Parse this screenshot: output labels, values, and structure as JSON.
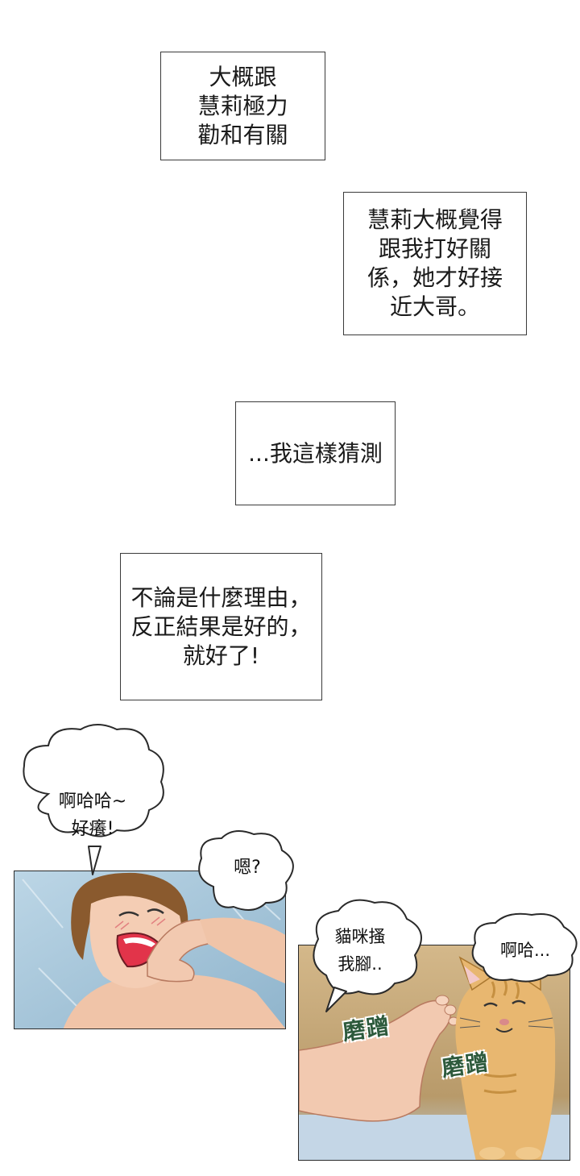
{
  "captions": [
    {
      "lines": "大概跟\n慧莉極力\n勸和有關"
    },
    {
      "lines": "慧莉大概覺得\n跟我打好關\n係，她才好接\n近大哥。"
    },
    {
      "lines": "...我這樣猜測"
    },
    {
      "lines": "不論是什麼理由，\n反正結果是好的，\n就好了!"
    }
  ],
  "bubbles": {
    "laugh": "啊哈哈~\n好癢!",
    "huh": "嗯?",
    "cat_scratch": "貓咪搔\n我腳..",
    "aha": "啊哈..."
  },
  "sfx": {
    "rub1": "磨蹭",
    "rub2": "磨蹭"
  },
  "colors": {
    "panel1_bg": "#a9c8dc",
    "skin": "#f2c9b0",
    "hair": "#8a5a2e",
    "mouth": "#e2344a",
    "panel2_bg": "#c9a978",
    "cat": "#e8b770",
    "sfx": "#2d5a3c"
  }
}
